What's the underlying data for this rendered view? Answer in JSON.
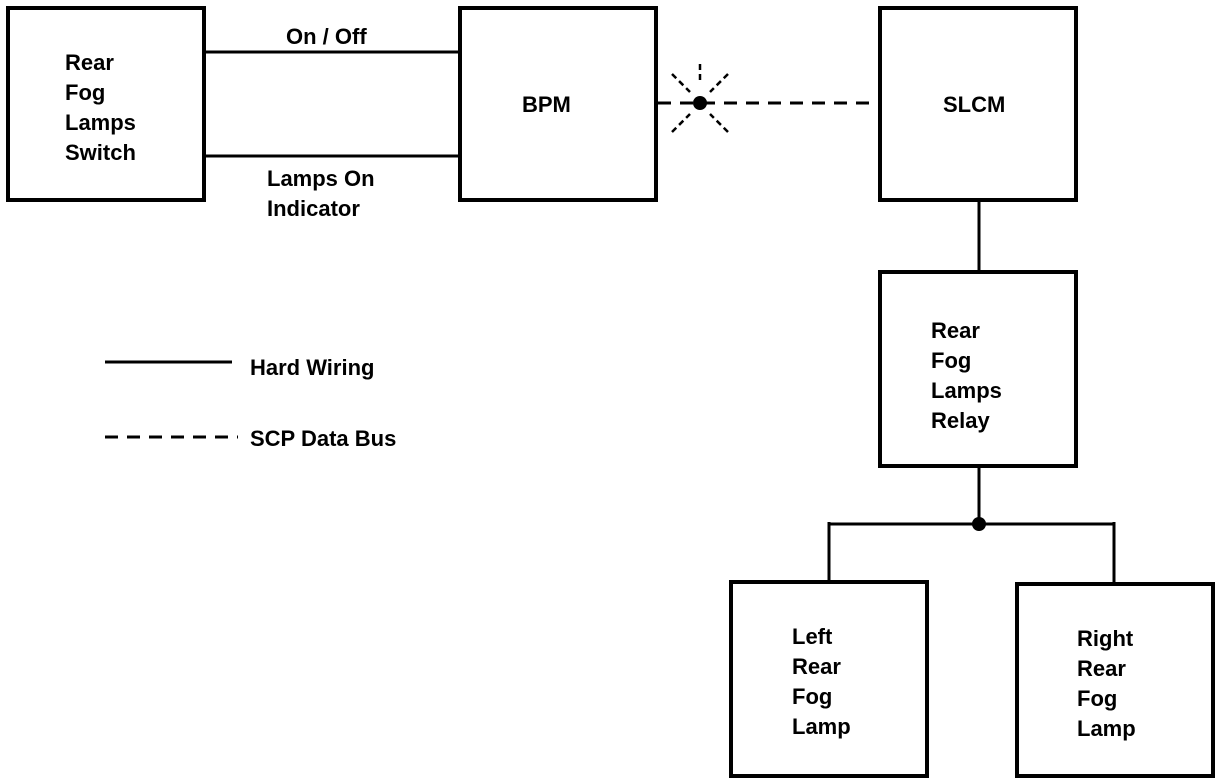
{
  "diagram": {
    "switch_box": {
      "lines": [
        "Rear",
        "Fog",
        "Lamps",
        "Switch"
      ]
    },
    "bpm_box": {
      "label": "BPM"
    },
    "slcm_box": {
      "label": "SLCM"
    },
    "relay_box": {
      "lines": [
        "Rear",
        "Fog",
        "Lamps",
        "Relay"
      ]
    },
    "left_lamp_box": {
      "lines": [
        "Left",
        "Rear",
        "Fog",
        "Lamp"
      ]
    },
    "right_lamp_box": {
      "lines": [
        "Right",
        "Rear",
        "Fog",
        "Lamp"
      ]
    },
    "wire_labels": {
      "on_off": "On / Off",
      "lamps_on_indicator": [
        "Lamps On",
        "Indicator"
      ]
    },
    "legend": {
      "hard_wiring": "Hard Wiring",
      "scp_data_bus": "SCP Data Bus"
    }
  }
}
